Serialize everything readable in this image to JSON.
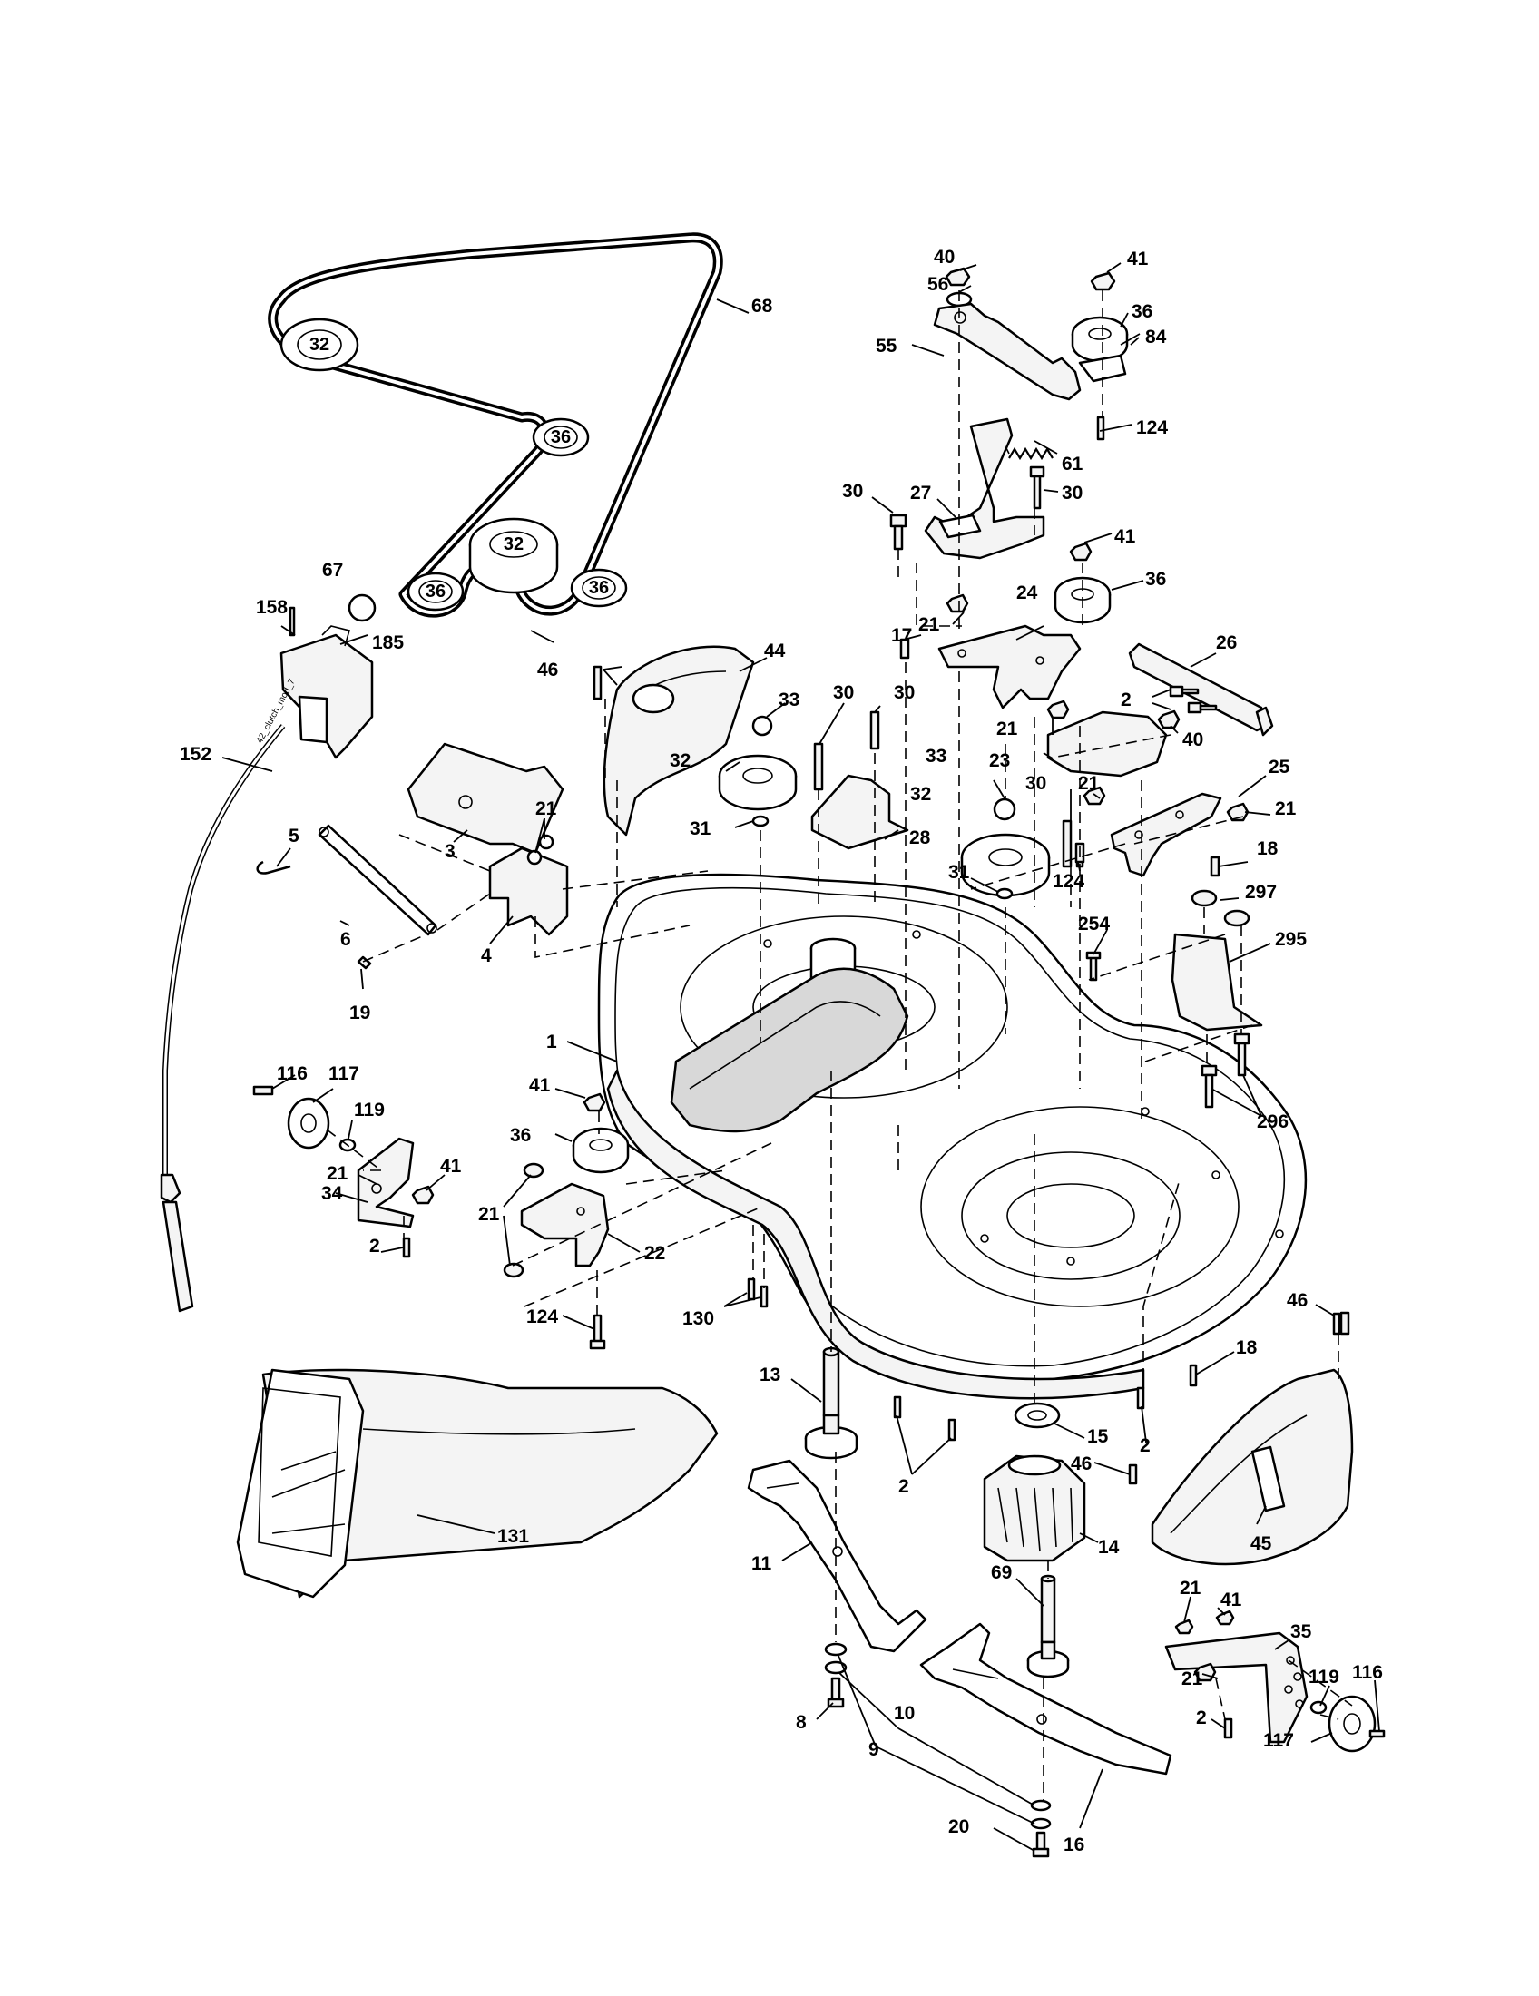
{
  "callouts": {
    "belt_68": "68",
    "pulley_32_a": "32",
    "pulley_36_a": "36",
    "pulley_32_b": "32",
    "pulley_36_b": "36",
    "pulley_36_c": "36",
    "c67": "67",
    "c158": "158",
    "c185": "185",
    "c152": "152",
    "c5": "5",
    "c3": "3",
    "c21_a": "21",
    "c6": "6",
    "c4": "4",
    "c19": "19",
    "c46_a": "46",
    "c44": "44",
    "c33_a": "33",
    "c32_a": "32",
    "c31_a": "31",
    "c30_a": "30",
    "c30_b": "30",
    "c28": "28",
    "c1": "1",
    "c40_a": "40",
    "c41_a": "41",
    "c56": "56",
    "c36_a": "36",
    "c84": "84",
    "c55": "55",
    "c124_a": "124",
    "c61": "61",
    "c30_c": "30",
    "c27": "27",
    "c30_d": "30",
    "c41_b": "41",
    "c36_b": "36",
    "c17": "17",
    "c21_b": "21",
    "c24": "24",
    "c26": "26",
    "c2_a": "2",
    "c21_c": "21",
    "c40_b": "40",
    "c23": "23",
    "c33_b": "33",
    "c32_b": "32",
    "c30_e": "30",
    "c21_d": "21",
    "c25": "25",
    "c21_e": "21",
    "c124_b": "124",
    "c18_a": "18",
    "c31_b": "31",
    "c297": "297",
    "c254": "254",
    "c295": "295",
    "c296": "296",
    "c116_a": "116",
    "c117_a": "117",
    "c119_a": "119",
    "c41_c": "41",
    "c21_f": "21",
    "c34": "34",
    "c2_b": "2",
    "c41_d": "41",
    "c36_c": "36",
    "c21_g": "21",
    "c22": "22",
    "c124_c": "124",
    "c130": "130",
    "c46_b": "46",
    "c18_b": "18",
    "c13": "13",
    "c15": "15",
    "c2_c": "2",
    "c2_d": "2",
    "c46_c": "46",
    "c14": "14",
    "c45": "45",
    "c131": "131",
    "c11": "11",
    "c69": "69",
    "c21_h": "21",
    "c41_e": "41",
    "c35": "35",
    "c21_i": "21",
    "c119_b": "119",
    "c116_b": "116",
    "c2_e": "2",
    "c117_b": "117",
    "c10": "10",
    "c8": "8",
    "c9": "9",
    "c20": "20",
    "c16": "16"
  },
  "cable_tag": "42_clutch_mod_7"
}
